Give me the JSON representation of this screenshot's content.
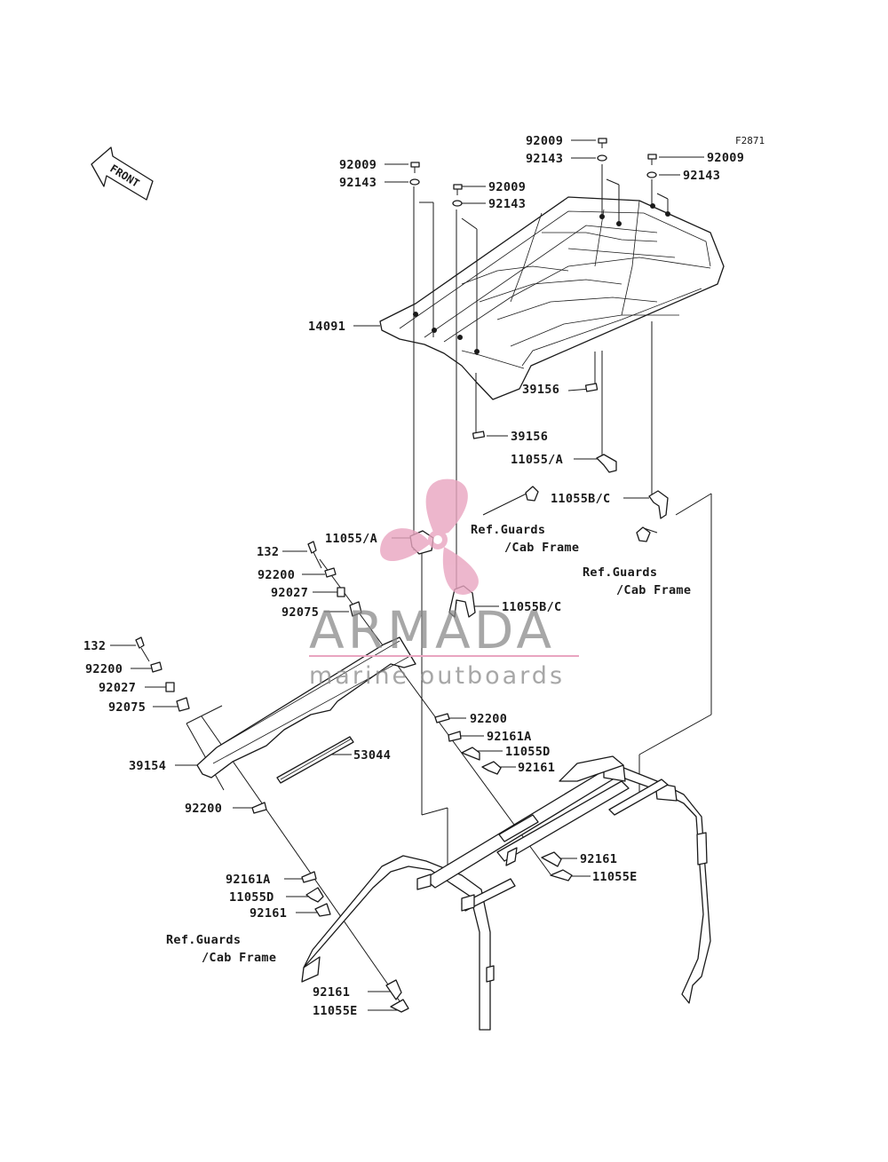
{
  "figure_code": "F2871",
  "front_arrow": "FRONT",
  "watermark": {
    "brand": "ARMADA",
    "tagline": "marine outboards",
    "logo_color": "#e9a5c0",
    "text_color": "#8a8a8a"
  },
  "labels": {
    "l92009_a": "92009",
    "l92143_a": "92143",
    "l92009_b": "92009",
    "l92143_b": "92143",
    "l92009_c": "92009",
    "l92143_c": "92143",
    "l92009_d": "92009",
    "l92143_d": "92143",
    "l14091": "14091",
    "l39156_a": "39156",
    "l39156_b": "39156",
    "l11055A_a": "11055/A",
    "l11055BC_a": "11055B/C",
    "ref1_line1": "Ref.Guards",
    "ref1_line2": "/Cab Frame",
    "ref2_line1": "Ref.Guards",
    "ref2_line2": "/Cab Frame",
    "l132_a": "132",
    "l92200_a": "92200",
    "l92027_a": "92027",
    "l92075_a": "92075",
    "l11055A_b": "11055/A",
    "l11055BC_b": "11055B/C",
    "l132_b": "132",
    "l92200_b": "92200",
    "l92027_b": "92027",
    "l92075_b": "92075",
    "l39154": "39154",
    "l53044": "53044",
    "l92200_c": "92200",
    "l92161A_a": "92161A",
    "l11055D_a": "11055D",
    "l92161_a": "92161",
    "l92200_d": "92200",
    "l92161_b": "92161",
    "l11055E_a": "11055E",
    "l92161A_b": "92161A",
    "l11055D_b": "11055D",
    "l92161_c": "92161",
    "ref3_line1": "Ref.Guards",
    "ref3_line2": "/Cab Frame",
    "l92161_d": "92161",
    "l11055E_b": "11055E"
  }
}
